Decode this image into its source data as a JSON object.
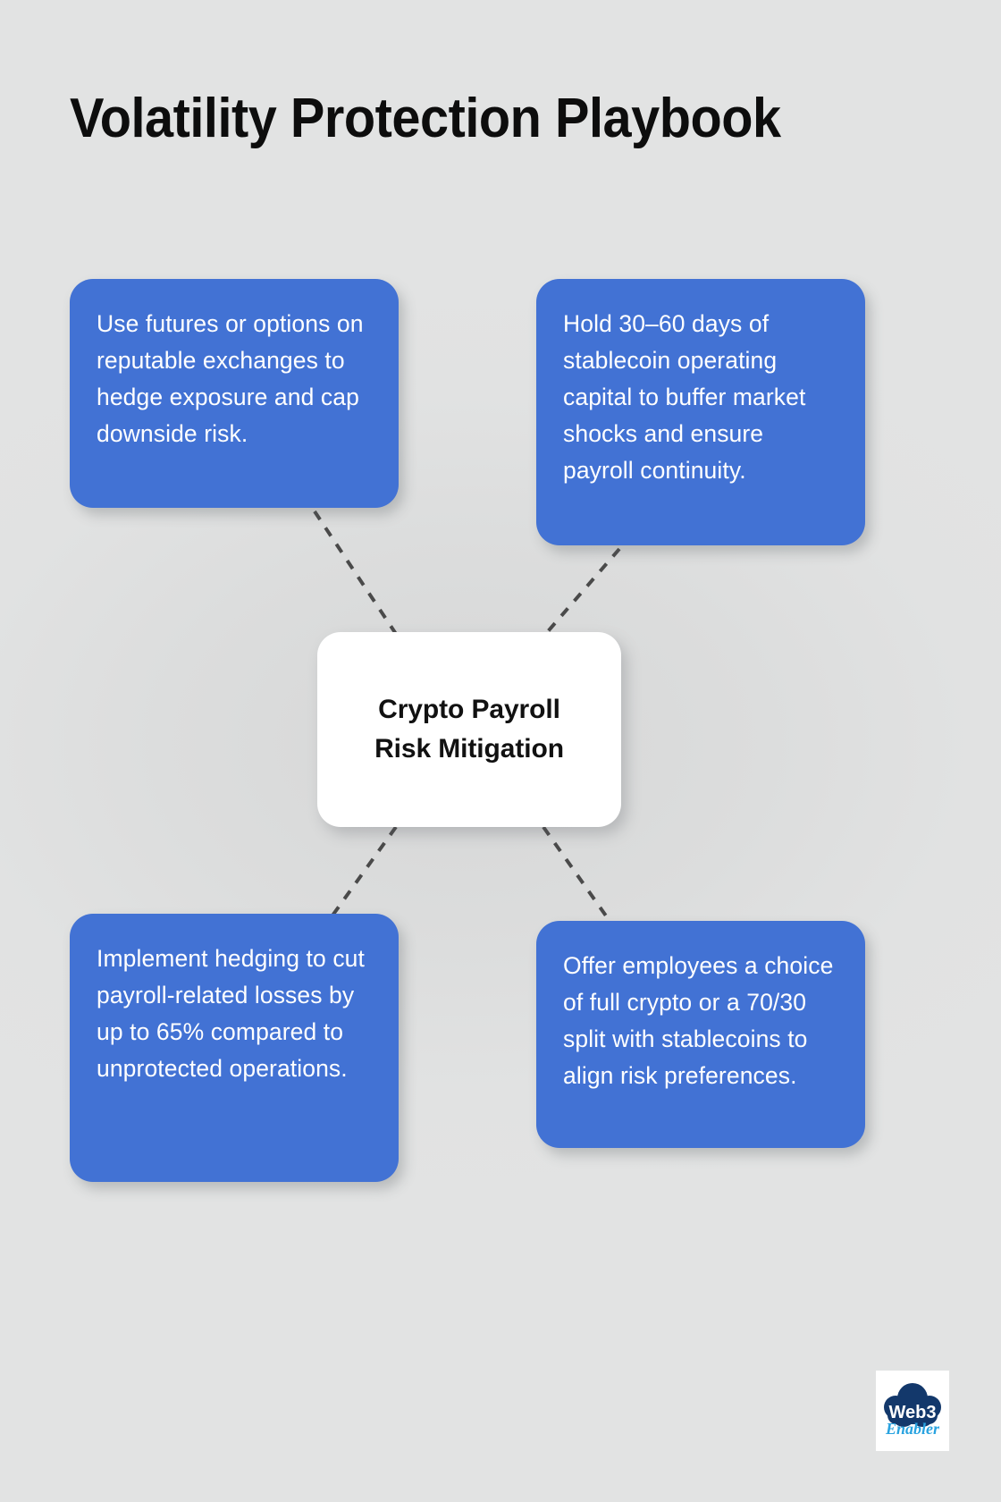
{
  "page": {
    "title": "Volatility Protection Playbook",
    "background_color": "#dfe0e0",
    "accent_color": "#4272d4",
    "connector_color": "#4a4a4a",
    "center_bg_color": "#ffffff"
  },
  "diagram": {
    "center": {
      "label": "Crypto Payroll\nRisk Mitigation"
    },
    "nodes": [
      {
        "id": "top-left",
        "text": "Use futures or options on reputable exchanges to hedge exposure and cap downside risk."
      },
      {
        "id": "top-right",
        "text": "Hold 30–60 days of stablecoin operating capital to buffer market shocks and ensure payroll continuity."
      },
      {
        "id": "bottom-left",
        "text": "Implement hedging to cut payroll-related losses by up to 65% compared to unprotected operations."
      },
      {
        "id": "bottom-right",
        "text": "Offer employees a choice of full crypto or a 70/30 split with stablecoins to align risk preferences."
      }
    ]
  },
  "logo": {
    "primary_text": "Web3",
    "secondary_text": "Enabler",
    "cloud_color": "#13386b",
    "script_color": "#29a3e0"
  }
}
